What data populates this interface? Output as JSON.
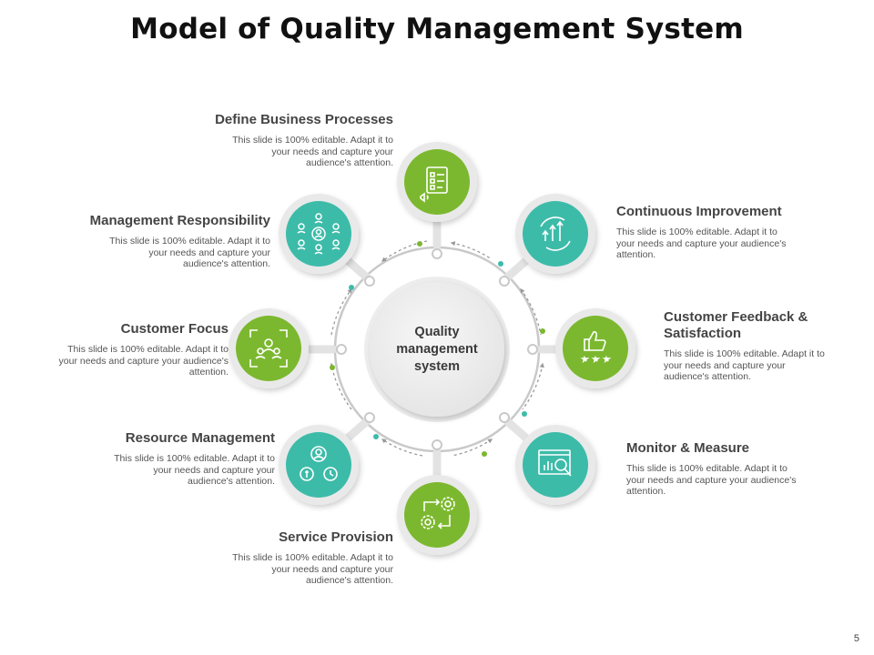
{
  "title": "Model of Quality Management System",
  "center": {
    "label": "Quality management system"
  },
  "colors": {
    "green": "#7cb82f",
    "teal": "#3dbba9"
  },
  "nodes": [
    {
      "id": "define",
      "title": "Define Business Processes",
      "desc": "This slide is 100% editable. Adapt it to your needs and capture your audience's attention.",
      "color": "green",
      "icon": "checklist-icon"
    },
    {
      "id": "continuous",
      "title": "Continuous Improvement",
      "desc": "This slide is 100% editable. Adapt it to your needs and capture your audience's attention.",
      "color": "teal",
      "icon": "improvement-cycle-icon"
    },
    {
      "id": "feedback",
      "title": "Customer Feedback & Satisfaction",
      "desc": "This slide is 100% editable. Adapt it to your needs and capture your audience's attention.",
      "color": "green",
      "icon": "thumbs-up-rating-icon"
    },
    {
      "id": "monitor",
      "title": "Monitor & Measure",
      "desc": "This slide is 100% editable. Adapt it to your needs and capture your audience's attention.",
      "color": "teal",
      "icon": "monitor-analytics-icon"
    },
    {
      "id": "service",
      "title": "Service Provision",
      "desc": "This slide is 100% editable. Adapt it to your needs and capture your audience's attention.",
      "color": "green",
      "icon": "gears-process-icon"
    },
    {
      "id": "resource",
      "title": "Resource Management",
      "desc": "This slide is 100% editable. Adapt it to your needs and capture your audience's attention.",
      "color": "teal",
      "icon": "resources-icon"
    },
    {
      "id": "customer-focus",
      "title": "Customer Focus",
      "desc": "This slide is 100% editable. Adapt it to your needs and capture your audience's attention.",
      "color": "green",
      "icon": "customer-focus-icon"
    },
    {
      "id": "management",
      "title": "Management Responsibility",
      "desc": "This slide is 100% editable. Adapt it to your needs and capture your audience's attention.",
      "color": "teal",
      "icon": "team-network-icon"
    }
  ],
  "page_number": "5"
}
